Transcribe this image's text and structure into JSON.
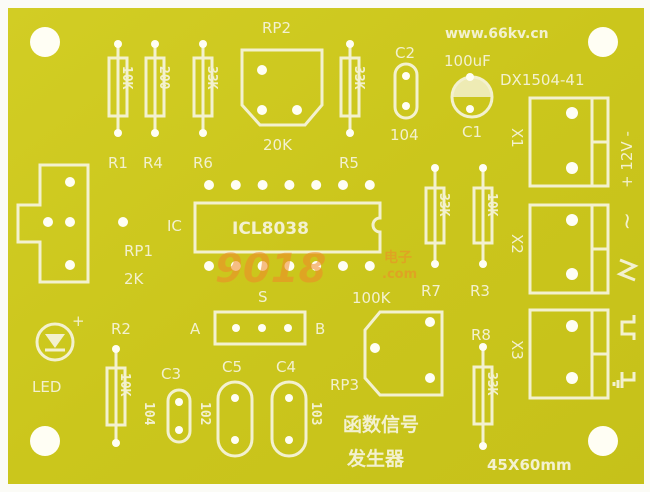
{
  "board": {
    "url": "www.66kv.cn",
    "model": "DX1504-41",
    "size": "45X60mm",
    "title_line1": "函数信号",
    "title_line2": "发生器",
    "colors": {
      "board": "#cdc81e",
      "silkscreen": "#f3f1cf",
      "watermark": "#f08a2a"
    }
  },
  "components": {
    "rp2": {
      "label": "RP2",
      "value": "20K"
    },
    "r1": {
      "label": "R1",
      "value": "10K"
    },
    "r4": {
      "label": "R4",
      "value": "200"
    },
    "r6": {
      "label": "R6",
      "value": "33K"
    },
    "r5": {
      "label": "R5",
      "value": "33K"
    },
    "c2": {
      "label": "C2",
      "value": "104"
    },
    "c1": {
      "label": "C1",
      "value": "100uF"
    },
    "x1": {
      "label": "X1",
      "marking": "+ 12V -"
    },
    "x2": {
      "label": "X2",
      "marking_sine": "~",
      "marking_triangle": "/\\/"
    },
    "x3": {
      "label": "X3"
    },
    "rp1": {
      "label": "RP1",
      "value": "2K"
    },
    "ic": {
      "label": "IC",
      "value": "ICL8038"
    },
    "r7": {
      "label": "R7",
      "value": "33K"
    },
    "r3": {
      "label": "R3",
      "value": "10K"
    },
    "rp3": {
      "label": "RP3",
      "value": "100K"
    },
    "r8": {
      "label": "R8",
      "value": "33K"
    },
    "switch": {
      "label": "S",
      "a": "A",
      "b": "B"
    },
    "led": {
      "label": "LED",
      "plus": "+"
    },
    "r2": {
      "label": "R2",
      "value": "10K"
    },
    "c3": {
      "label": "C3",
      "value": "104"
    },
    "c5": {
      "label": "C5",
      "value": "102"
    },
    "c4": {
      "label": "C4",
      "value": "103"
    }
  },
  "watermark": {
    "number": "9018",
    "cn": "电子",
    "domain": ".com"
  }
}
